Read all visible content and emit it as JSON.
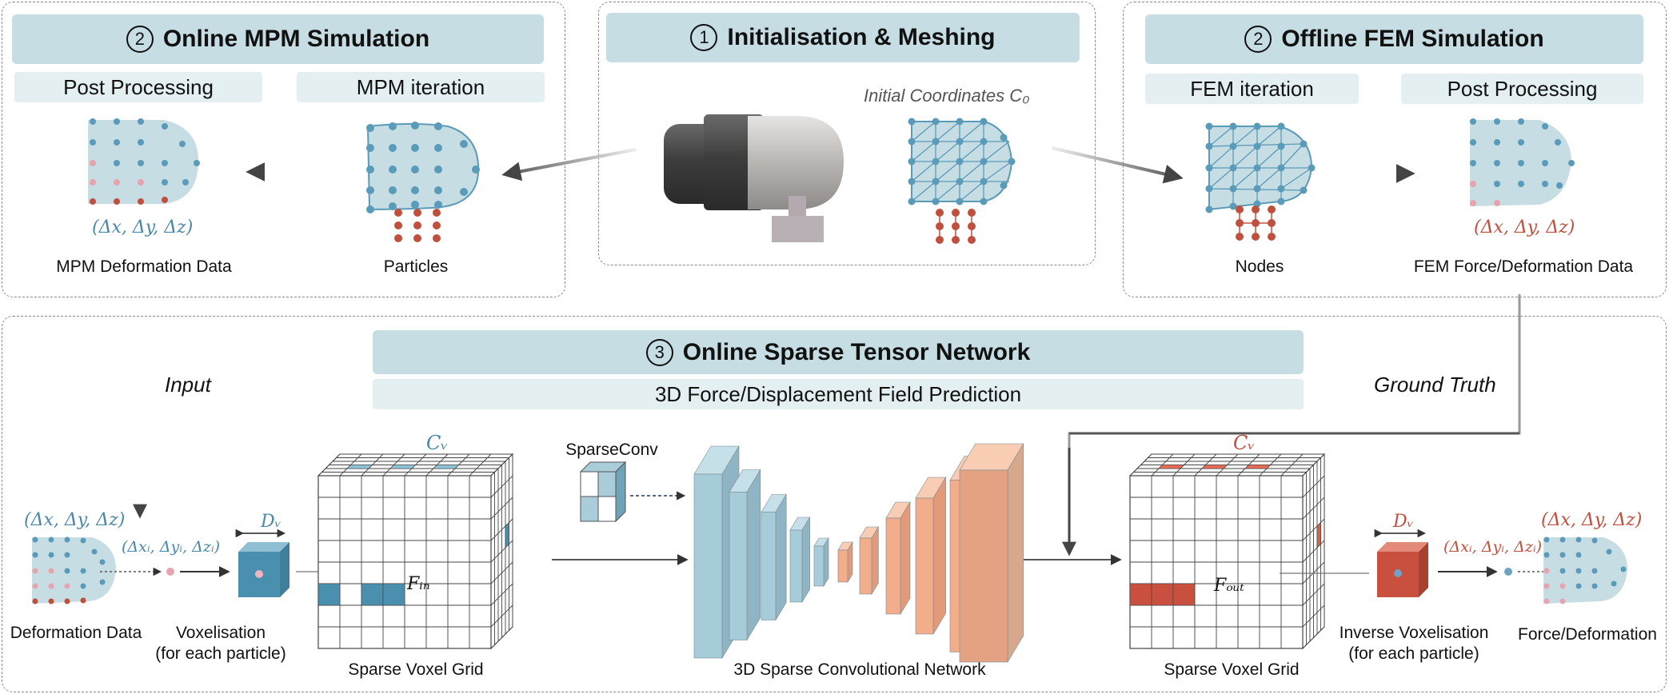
{
  "colors": {
    "blue": "#5a9bb9",
    "red": "#c0503e",
    "fill": "#c7dde4",
    "hdr": "#c5dde3",
    "sub": "#e4eff2",
    "cube_blue": "#4b8fae",
    "cube_red": "#c9503f"
  },
  "panel_left": {
    "num": "2",
    "title": "Online MPM Simulation",
    "sub_a": "Post Processing",
    "sub_b": "MPM  iteration",
    "delta": "(Δx, Δy, Δz)",
    "cap_a": "MPM Deformation Data",
    "cap_b": "Particles"
  },
  "panel_center": {
    "num": "1",
    "title": "Initialisation & Meshing",
    "coords_label": "Initial Coordinates C₀"
  },
  "panel_right": {
    "num": "2",
    "title": "Offline FEM Simulation",
    "sub_a": "FEM iteration",
    "sub_b": "Post Processing",
    "delta": "(Δx, Δy, Δz)",
    "cap_a": "Nodes",
    "cap_b": "FEM Force/Deformation Data"
  },
  "panel_bottom": {
    "num": "3",
    "title": "Online Sparse Tensor Network",
    "subtitle": "3D Force/Displacement Field Prediction",
    "input_label": "Input",
    "gt_label": "Ground Truth",
    "delta_left": "(Δx, Δy, Δz)",
    "delta_left_i": "(Δxᵢ, Δyᵢ, Δzᵢ)",
    "dv_left": "Dᵥ",
    "cv_left": "Cᵥ",
    "fin": "Fᵢₙ",
    "cap_deform": "Deformation Data",
    "cap_vox_1": "Voxelisation",
    "cap_vox_2": "(for each particle)",
    "cap_grid_left": "Sparse Voxel Grid",
    "sparseconv": "SparseConv",
    "cap_network": "3D Sparse Convolutional Network",
    "cv_right": "Cᵥ",
    "fout": "Fₒᵤₜ",
    "cap_grid_right": "Sparse Voxel Grid",
    "dv_right": "Dᵥ",
    "delta_right_i": "(Δxᵢ, Δyᵢ, Δzᵢ)",
    "delta_right": "(Δx, Δy, Δz)",
    "cap_invvox_1": "Inverse Voxelisation",
    "cap_invvox_2": "(for each particle)",
    "cap_force": "Force/Deformation"
  }
}
